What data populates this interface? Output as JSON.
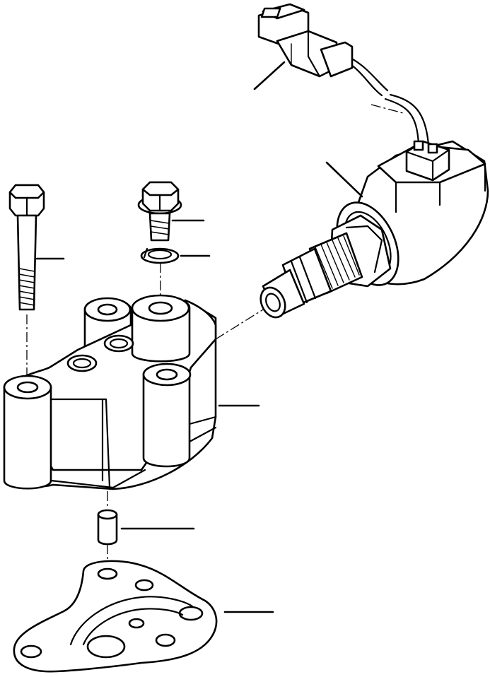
{
  "diagram": {
    "kind": "exploded-parts-view",
    "parts": [
      {
        "id": "connector",
        "icon": "wire-connector-icon"
      },
      {
        "id": "solenoid-valve",
        "icon": "solenoid-valve-icon"
      },
      {
        "id": "long-bolt",
        "icon": "bolt-icon"
      },
      {
        "id": "short-bolt",
        "icon": "flange-bolt-icon"
      },
      {
        "id": "washer",
        "icon": "washer-icon"
      },
      {
        "id": "valve-body",
        "icon": "valve-block-icon"
      },
      {
        "id": "dowel-pin",
        "icon": "pin-icon"
      },
      {
        "id": "gasket",
        "icon": "gasket-icon"
      }
    ],
    "line_color": "#000000",
    "background": "#ffffff"
  }
}
